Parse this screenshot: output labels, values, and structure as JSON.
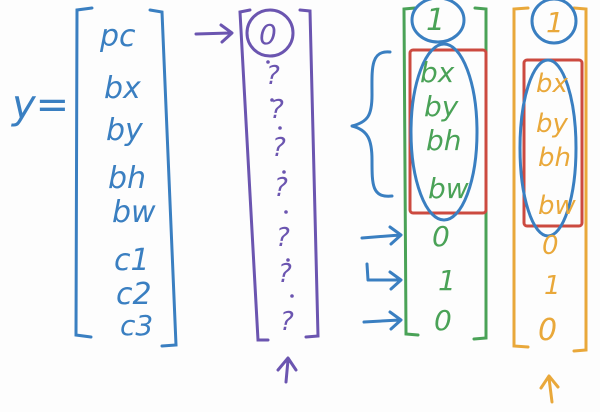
{
  "colors": {
    "blue": "#3a7fc1",
    "purple": "#6b55b0",
    "green": "#4aa257",
    "orange": "#e9a83a",
    "red": "#cc4a40"
  },
  "y_label": "y=",
  "vector_y": [
    "pc",
    "bx",
    "by",
    "bh",
    "bw",
    "c1",
    "c2",
    "c3"
  ],
  "vector_no_object": {
    "first": "0",
    "rest": [
      "?",
      "?",
      "?",
      "?",
      "?",
      "?",
      "?"
    ]
  },
  "vector_green": {
    "top": "1",
    "box": [
      "bx",
      "by",
      "bh",
      "bw"
    ],
    "classes": [
      "0",
      "1",
      "0"
    ]
  },
  "vector_orange": {
    "top": "1",
    "box": [
      "bx",
      "by",
      "bh",
      "bw"
    ],
    "classes": [
      "0",
      "1",
      "0"
    ]
  }
}
